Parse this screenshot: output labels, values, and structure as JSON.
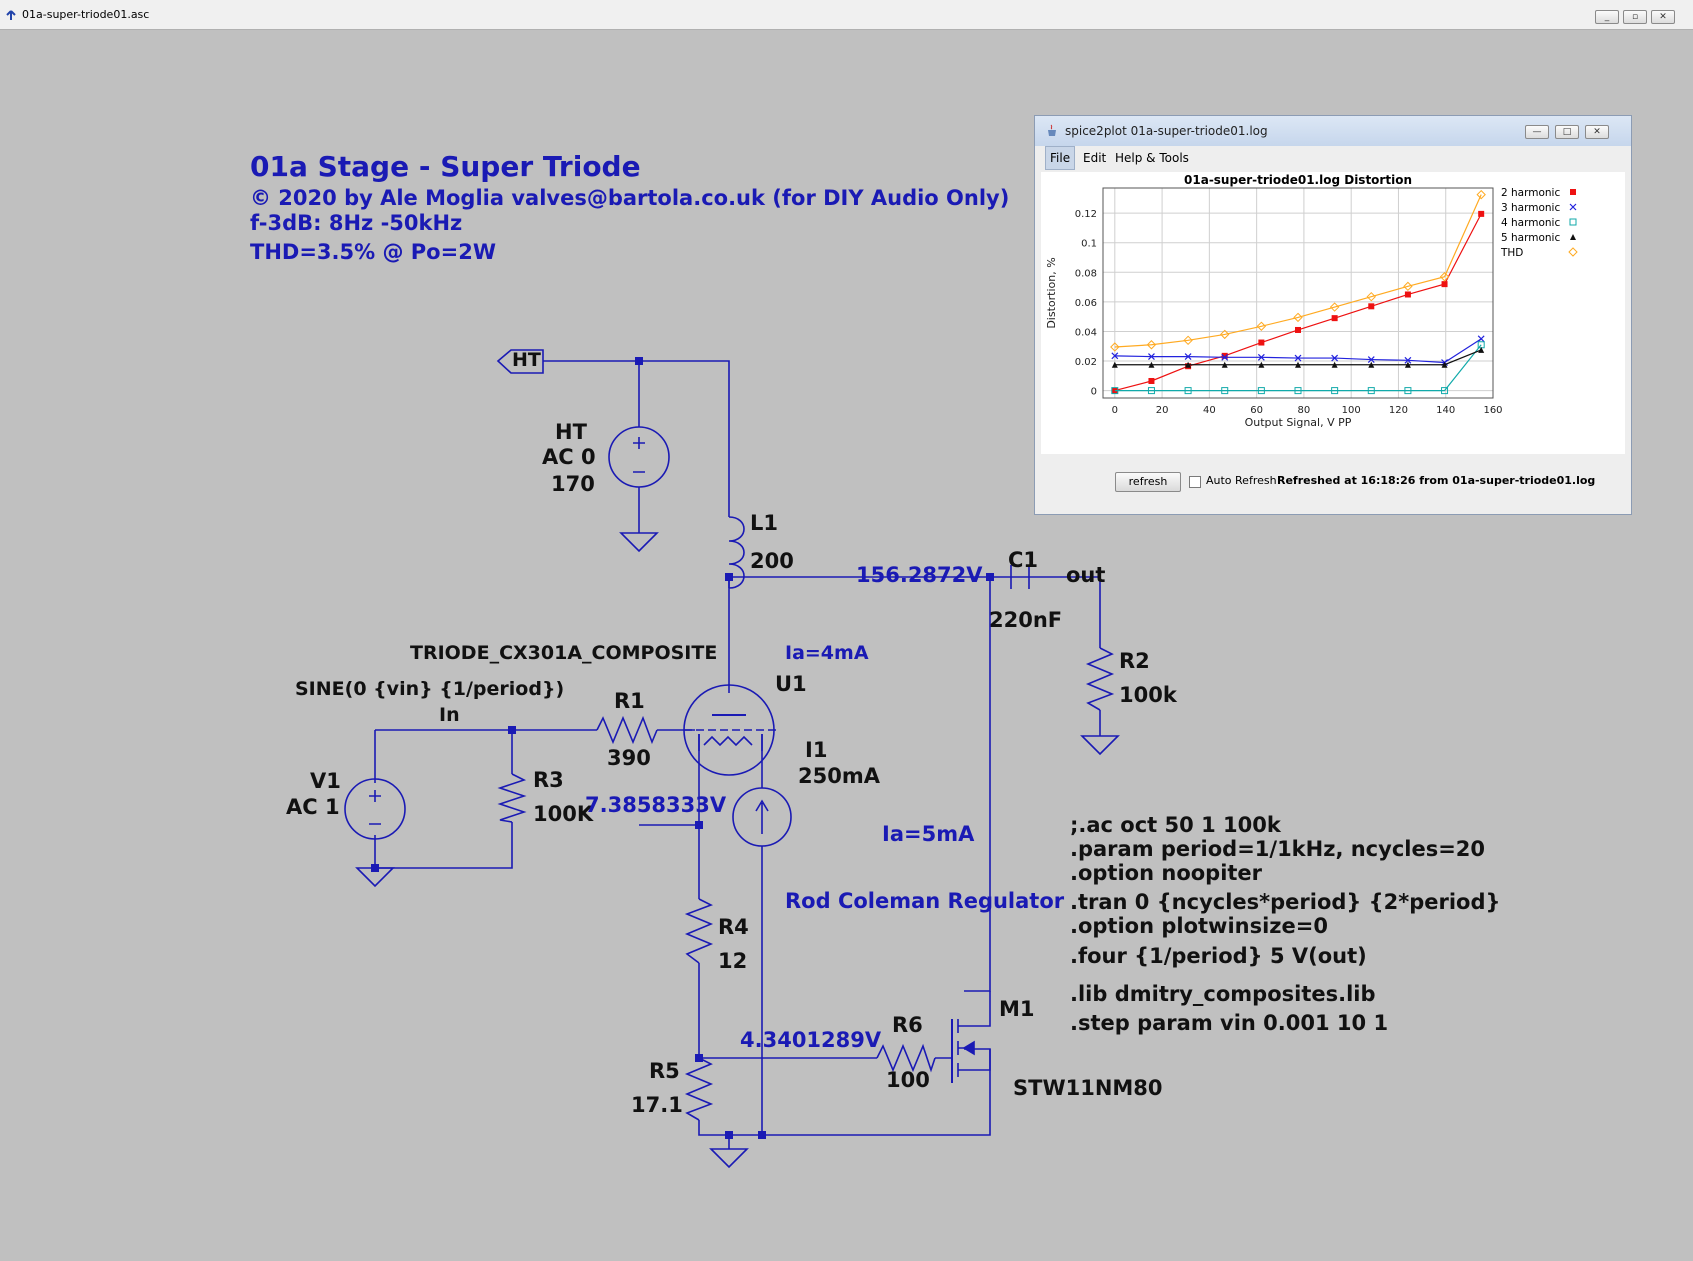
{
  "window": {
    "title": "01a-super-triode01.asc",
    "controls": [
      "_",
      "▫",
      "✕"
    ]
  },
  "schematic": {
    "title": "01a Stage - Super Triode",
    "copyright": "© 2020 by Ale Moglia valves@bartola.co.uk (for DIY Audio Only)",
    "bandwidth": "f-3dB: 8Hz -50kHz",
    "thd": "THD=3.5% @ Po=2W",
    "ht_flag": "HT",
    "ht_source": {
      "name": "HT",
      "ac": "AC 0",
      "value": "170"
    },
    "l1": {
      "name": "L1",
      "value": "200"
    },
    "node_plate_voltage": "156.2872V",
    "c1": {
      "name": "C1",
      "value": "220nF"
    },
    "out_label": "out",
    "r2": {
      "name": "R2",
      "value": "100k"
    },
    "tube_model": "TRIODE_CX301A_COMPOSITE",
    "ia_tube": "Ia=4mA",
    "u1": "U1",
    "sine": "SINE(0 {vin} {1/period})",
    "in_label": "In",
    "r1": {
      "name": "R1",
      "value": "390"
    },
    "i1": {
      "name": "I1",
      "value": "250mA"
    },
    "v1": {
      "name": "V1",
      "ac": "AC 1"
    },
    "r3": {
      "name": "R3",
      "value": "100K"
    },
    "node_filament_voltage": "7.3858333V",
    "ia_reg": "Ia=5mA",
    "regulator": "Rod Coleman Regulator",
    "r4": {
      "name": "R4",
      "value": "12"
    },
    "m1": {
      "name": "M1",
      "model": "STW11NM80"
    },
    "r6": {
      "name": "R6",
      "value": "100"
    },
    "node_gate_voltage": "4.3401289V",
    "r5": {
      "name": "R5",
      "value": "17.1"
    },
    "directives": [
      ";.ac oct 50 1 100k",
      ".param period=1/1kHz, ncycles=20",
      ".option noopiter",
      ".tran 0 {ncycles*period} {2*period}",
      ".option plotwinsize=0",
      ".four {1/period} 5 V(out)",
      ".lib dmitry_composites.lib",
      ".step param vin 0.001 10 1"
    ]
  },
  "plot_window": {
    "title": "spice2plot 01a-super-triode01.log",
    "controls": [
      "—",
      "□",
      "✕"
    ],
    "menu": {
      "file": "File",
      "edit": "Edit",
      "help": "Help & Tools"
    },
    "refresh_label": "refresh",
    "auto_refresh_label": "Auto Refresh",
    "refreshed_text": "Refreshed at 16:18:26 from 01a-super-triode01.log"
  },
  "chart_data": {
    "type": "line",
    "title": "01a-super-triode01.log Distortion",
    "xlabel": "Output Signal, V PP",
    "ylabel": "Distortion, %",
    "xlim": [
      -5,
      160
    ],
    "ylim": [
      -0.005,
      0.137
    ],
    "xticks": [
      0,
      20,
      40,
      60,
      80,
      100,
      120,
      140,
      160
    ],
    "yticks": [
      0,
      0.02,
      0.04,
      0.06,
      0.08,
      0.1,
      0.12
    ],
    "ytick_labels": [
      "0",
      "0.02",
      "0.04",
      "0.06",
      "0.08",
      "0.1",
      "0.12"
    ],
    "grid": true,
    "legend_position": "right",
    "x": [
      0,
      15.5,
      31,
      46.5,
      62,
      77.5,
      93,
      108.5,
      124,
      139.5,
      155
    ],
    "series": [
      {
        "name": "2  harmonic",
        "color": "#ee1111",
        "marker": "square",
        "values": [
          0.0,
          0.0065,
          0.0165,
          0.0235,
          0.0325,
          0.041,
          0.049,
          0.057,
          0.065,
          0.072,
          0.1195
        ]
      },
      {
        "name": "3  harmonic",
        "color": "#2222dd",
        "marker": "x",
        "values": [
          0.0235,
          0.023,
          0.023,
          0.0225,
          0.0225,
          0.022,
          0.022,
          0.021,
          0.0205,
          0.019,
          0.035
        ]
      },
      {
        "name": "4  harmonic",
        "color": "#11aaaa",
        "marker": "opensquare",
        "values": [
          0.0,
          0.0,
          0.0,
          0.0,
          0.0,
          0.0,
          0.0,
          0.0,
          0.0,
          0.0,
          0.031
        ]
      },
      {
        "name": "5  harmonic",
        "color": "#111111",
        "marker": "triangle",
        "values": [
          0.0175,
          0.0175,
          0.0175,
          0.0175,
          0.0175,
          0.0175,
          0.0175,
          0.0175,
          0.0175,
          0.0175,
          0.0275
        ]
      },
      {
        "name": "THD",
        "color": "#ffaa22",
        "marker": "diamond",
        "values": [
          0.0295,
          0.031,
          0.034,
          0.038,
          0.0435,
          0.0495,
          0.0565,
          0.0635,
          0.0705,
          0.077,
          0.1325
        ]
      }
    ]
  }
}
